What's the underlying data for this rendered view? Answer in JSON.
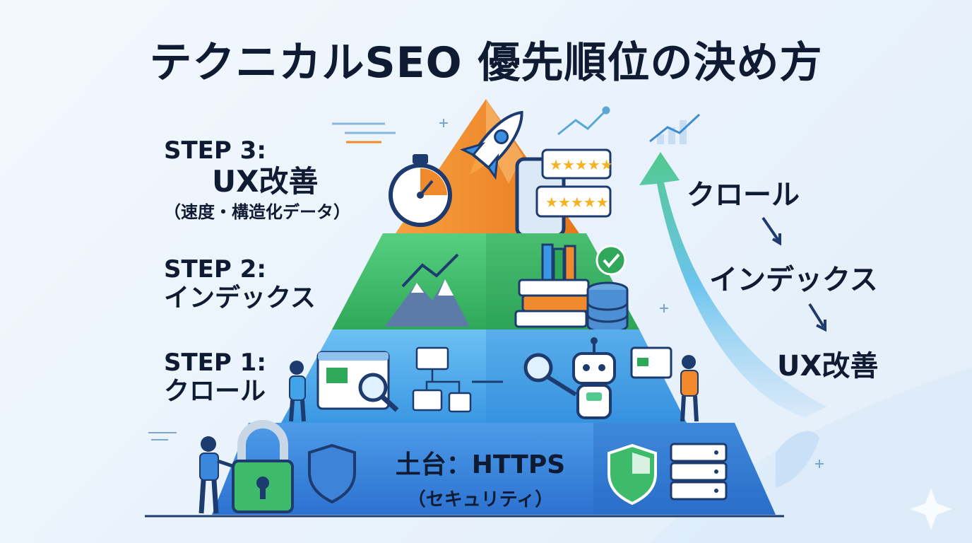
{
  "title": "テクニカルSEO 優先順位の決め方",
  "steps": [
    {
      "id": "step3",
      "num": "STEP 3:",
      "name": "UX改善",
      "sub": "（速度・構造化データ）"
    },
    {
      "id": "step2",
      "num": "STEP 2:",
      "name": "インデックス"
    },
    {
      "id": "step1",
      "num": "STEP 1:",
      "name": "クロール"
    }
  ],
  "base": {
    "main": "土台：HTTPS",
    "sub": "（セキュリティ）"
  },
  "flow": [
    "クロール",
    "インデックス",
    "UX改善"
  ],
  "colors": {
    "tier_top": "#f08a2c",
    "tier_2": "#3dbb6a",
    "tier_1": "#43a3e8",
    "base": "#2f7fdc",
    "text": "#0f1b33",
    "arrow": "#52c98e"
  }
}
